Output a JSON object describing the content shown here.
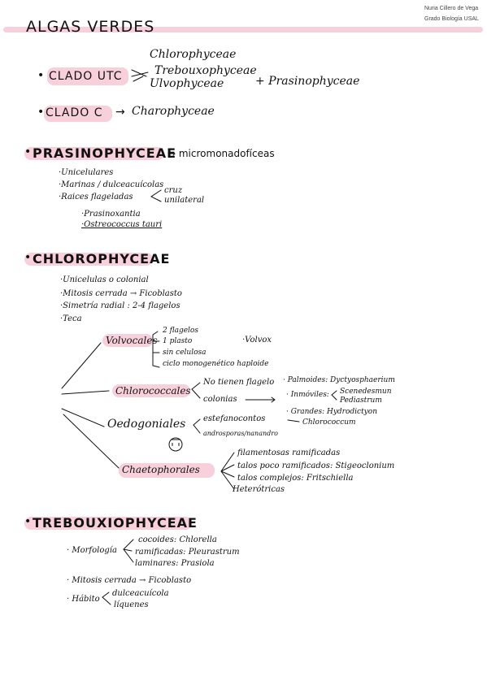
{
  "author": {
    "name": "Nuria Cillero de Vega",
    "degree": "Grado Biología USAL"
  },
  "title": "ALGAS VERDES",
  "clado_utc": {
    "label": "CLADO UTC",
    "items": [
      "Chlorophyceae",
      "Trebouxophyceae",
      "Ulvophyceae"
    ],
    "plus": "+ Prasinophyceae"
  },
  "clado_c": {
    "label": "CLADO C",
    "arrow": "→",
    "item": "Charophyceae"
  },
  "prasino": {
    "title": "PRASINOPHYCEAE",
    "note": "→ micromonadofíceas",
    "items": [
      "·Unicelulares",
      "·Marinas / dulceacuícolas",
      "·Raices flageladas"
    ],
    "flagellar": [
      "cruz",
      "unilateral"
    ],
    "examples": [
      "·Prasinoxantia",
      "·Ostreococcus tauri"
    ]
  },
  "chloro": {
    "title": "CHLOROPHYCEAE",
    "items": [
      "·Unicelulas o colonial",
      "·Mitosis cerrada → Ficoblasto",
      "·Simetría radial : 2-4 flagelos",
      "·Teca"
    ],
    "volvocales": {
      "label": "Volvocales",
      "traits": [
        "2 flagelos",
        "1 plasto",
        "sin celulosa",
        "ciclo monogenético haploide"
      ],
      "example": "·Volvox"
    },
    "chlorococcales": {
      "label": "Chlorococcales",
      "traits": [
        "No tienen flagelo",
        "colonias"
      ],
      "groups": [
        "· Palmoides: Dyctyosphaerium",
        "· Inmóviles:",
        "Scenedesmun",
        "Pediastrum",
        "· Grandes: Hydrodictyon",
        "Chlorococcum"
      ]
    },
    "oedogoniales": {
      "label": "Oedogoniales",
      "traits": [
        "estefanocontos",
        "androsporas/nanandro"
      ]
    },
    "chaetophorales": {
      "label": "Chaetophorales",
      "traits": [
        "filamentosas ramificadas",
        "talos poco ramificados: Stigeoclonium",
        "talos complejos: Fritschiella",
        "Heterótricas"
      ]
    }
  },
  "treboux": {
    "title": "TREBOUXIOPHYCEAE",
    "morfologia": {
      "label": "· Morfología",
      "items": [
        "cocoides: Chlorella",
        "ramificadas: Pleurastrum",
        "laminares: Prasiola"
      ]
    },
    "mitosis": "· Mitosis cerrada → Ficoblasto",
    "habito": {
      "label": "· Hábito",
      "items": [
        "dulceacuícola",
        "líquenes"
      ]
    }
  }
}
